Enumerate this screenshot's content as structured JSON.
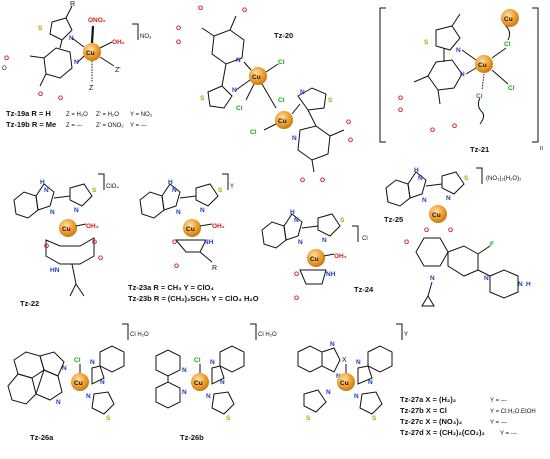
{
  "labels": {
    "tz20": "Tz-20",
    "tz21": "Tz-21",
    "tz22": "Tz-22",
    "tz23a": "Tz-23a R = CH₃ Y = ClO₄",
    "tz23b": "Tz-23b R = (CH₂)₂SCH₃ Y = ClO₄ H₂O",
    "tz24": "Tz-24",
    "tz25": "Tz-25",
    "tz26a": "Tz-26a",
    "tz26b": "Tz-26b",
    "tz19a": "Tz-19a R = H",
    "tz19a_z": "Z = H₂O",
    "tz19a_zp": "Z' = H₂O",
    "tz19a_y": "Y = NO₃",
    "tz19b": "Tz-19b R = Me",
    "tz19b_z": "Z = ---",
    "tz19b_zp": "Z' = ONO₂",
    "tz19b_y": "Y = ---",
    "tz27a": "Tz-27a X = (H₂)₂",
    "tz27a_y": "Y = ---",
    "tz27b": "Tz-27b X = Cl",
    "tz27b_y": "Y = Cl.H₂O.EtOH",
    "tz27c": "Tz-27c X = (NO₃)₂",
    "tz27c_y": "Y = ---",
    "tz27d": "Tz-27d X = (CH₂)₂(CO₂)₂",
    "tz27d_y": "Y = ---"
  },
  "counterions": {
    "tz19": "NO₃",
    "tz22": "ClO₄",
    "tz23": "Y",
    "tz24": "Cl",
    "tz25": "(NO₃)₂(H₂O)₂",
    "tz26a": "Cl H₂O",
    "tz26b": "Cl H₂O",
    "tz27": "Y",
    "tz21_n": "n"
  },
  "atoms": {
    "Cu": "Cu",
    "N": "N",
    "S": "S",
    "O": "O",
    "Cl": "Cl",
    "F": "F",
    "H": "H",
    "NH": "NH",
    "HN": "HN",
    "N_H": "N",
    "H_": "H",
    "OH2": "OH₂",
    "ONO2": "ONO₂",
    "R": "R",
    "X": "X",
    "Z": "Z",
    "Zp": "Z'",
    "Y": "Y"
  },
  "colors": {
    "cu_sphere": "#f0a030",
    "nitrogen": "#1a3ec8",
    "sulfur": "#b0a000",
    "oxygen": "#d11a1a",
    "halogen": "#18a018"
  }
}
